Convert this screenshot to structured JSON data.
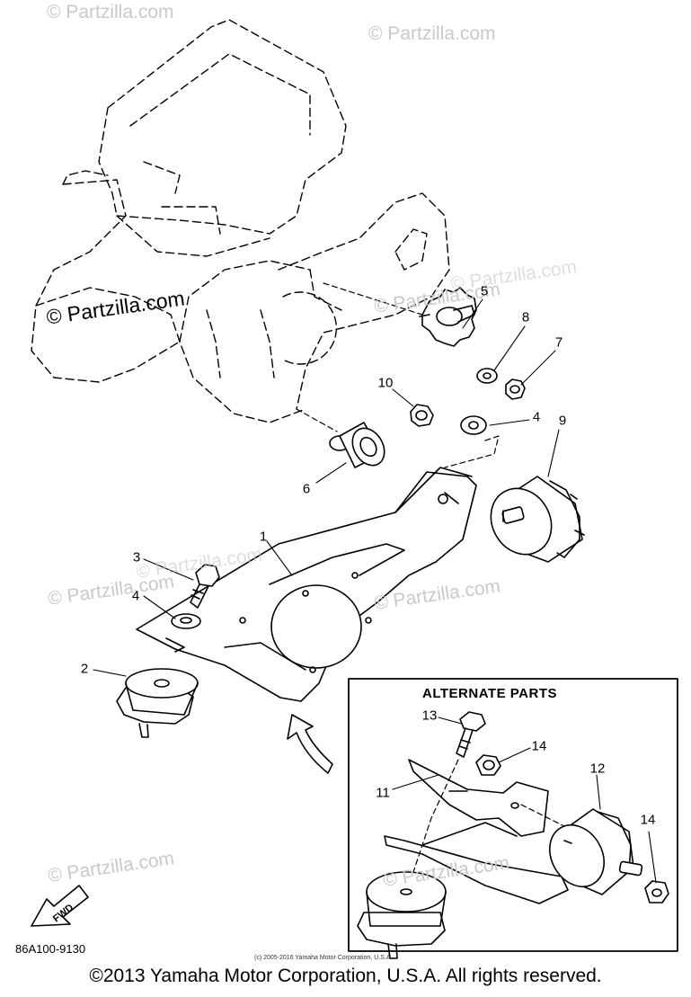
{
  "watermarks": [
    "© Partzilla.com",
    "© Partzilla.com",
    "© Partzilla.com",
    "© Partzilla.com",
    "© Partzilla.com",
    "© Partzilla.com",
    "© Partzilla.com",
    "© Partzilla.com",
    "© Partzilla.com",
    "© Partzilla.com"
  ],
  "callouts": [
    "1",
    "2",
    "3",
    "4",
    "4",
    "5",
    "6",
    "7",
    "8",
    "9",
    "10",
    "11",
    "12",
    "13",
    "14",
    "14"
  ],
  "inset": {
    "title": "ALTERNATE PARTS"
  },
  "fwd_label": "FWD",
  "part_code": "86A100-9130",
  "small_copyright": "(c) 2005-2016 Yamaha Motor Corporation, U.S.A.",
  "footer": "©2013 Yamaha Motor Corporation, U.S.A. All rights reserved."
}
